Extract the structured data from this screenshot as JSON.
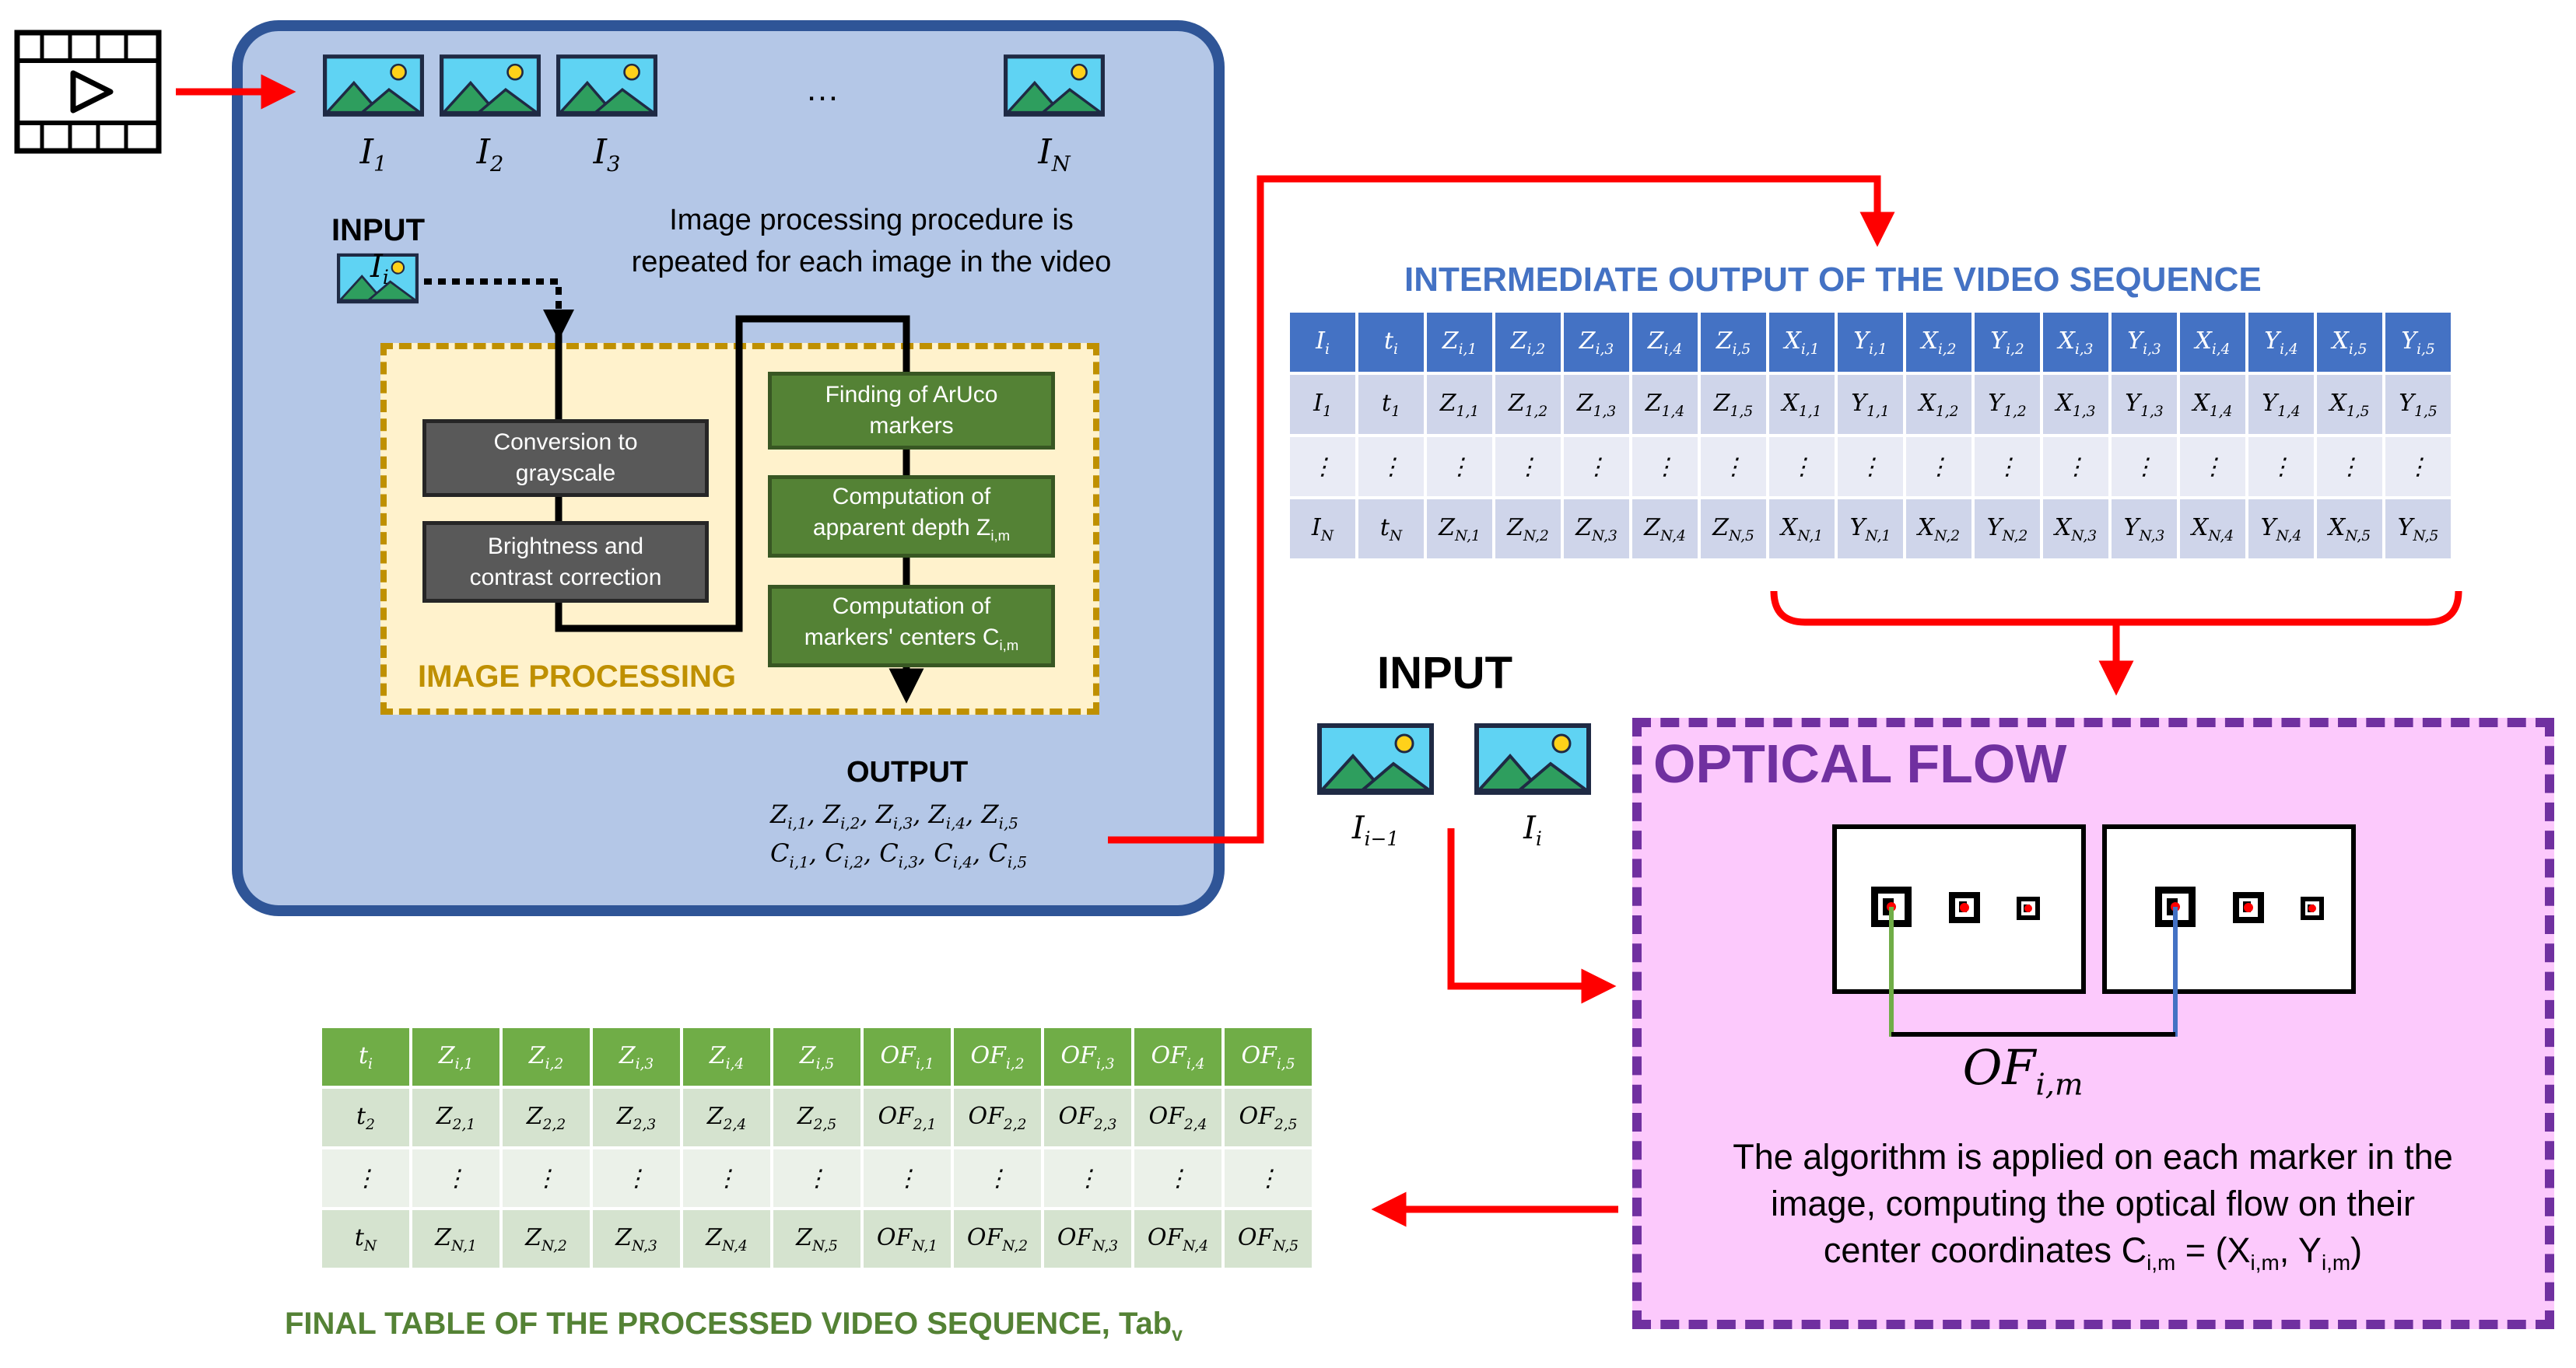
{
  "frames": {
    "labels": [
      "I_1",
      "I_2",
      "I_3",
      "I_N"
    ],
    "ellipsis": "…"
  },
  "input_label": "INPUT",
  "input_image_label": "I_i",
  "repeat_note": [
    "Image processing procedure is",
    "repeated for each image in the video"
  ],
  "image_processing": {
    "title": "IMAGE PROCESSING",
    "steps_left": [
      [
        "Conversion to",
        "grayscale"
      ],
      [
        "Brightness and",
        "contrast correction"
      ]
    ],
    "steps_right": [
      [
        "Finding of ArUco",
        "markers"
      ],
      [
        "Computation of",
        "apparent depth Z_{i,m}"
      ],
      [
        "Computation of",
        "markers' centers C_{i,m}"
      ]
    ]
  },
  "output": {
    "label": "OUTPUT",
    "line1": "Z_{i,1}, Z_{i,2}, Z_{i,3}, Z_{i,4}, Z_{i,5}",
    "line2": "C_{i,1}, C_{i,2}, C_{i,3}, C_{i,4}, C_{i,5}"
  },
  "intermediate_table": {
    "title": "INTERMEDIATE OUTPUT OF THE VIDEO SEQUENCE",
    "rows": [
      [
        "I_i",
        "t_i",
        "Z_{i,1}",
        "Z_{i,2}",
        "Z_{i,3}",
        "Z_{i,4}",
        "Z_{i,5}",
        "X_{i,1}",
        "Y_{i,1}",
        "X_{i,2}",
        "Y_{i,2}",
        "X_{i,3}",
        "Y_{i,3}",
        "X_{i,4}",
        "Y_{i,4}",
        "X_{i,5}",
        "Y_{i,5}"
      ],
      [
        "I_1",
        "t_1",
        "Z_{1,1}",
        "Z_{1,2}",
        "Z_{1,3}",
        "Z_{1,4}",
        "Z_{1,5}",
        "X_{1,1}",
        "Y_{1,1}",
        "X_{1,2}",
        "Y_{1,2}",
        "X_{1,3}",
        "Y_{1,3}",
        "X_{1,4}",
        "Y_{1,4}",
        "X_{1,5}",
        "Y_{1,5}"
      ],
      [
        "⋮",
        "⋮",
        "⋮",
        "⋮",
        "⋮",
        "⋮",
        "⋮",
        "⋮",
        "⋮",
        "⋮",
        "⋮",
        "⋮",
        "⋮",
        "⋮",
        "⋮",
        "⋮",
        "⋮"
      ],
      [
        "I_N",
        "t_N",
        "Z_{N,1}",
        "Z_{N,2}",
        "Z_{N,3}",
        "Z_{N,4}",
        "Z_{N,5}",
        "X_{N,1}",
        "Y_{N,1}",
        "X_{N,2}",
        "Y_{N,2}",
        "X_{N,3}",
        "Y_{N,3}",
        "X_{N,4}",
        "Y_{N,4}",
        "X_{N,5}",
        "Y_{N,5}"
      ]
    ]
  },
  "optical_flow": {
    "input_label": "INPUT",
    "prev_image_label": "I_{i−1}",
    "cur_image_label": "I_i",
    "title": "OPTICAL FLOW",
    "flow_label": "OF_{i,m}",
    "description": [
      "The algorithm is applied on each marker in the",
      "image, computing the optical flow on their",
      "center coordinates C_{i,m} = (X_{i,m}, Y_{i,m})"
    ]
  },
  "final_table": {
    "title": "FINAL TABLE OF THE PROCESSED VIDEO SEQUENCE, Tab_v",
    "rows": [
      [
        "t_i",
        "Z_{i,1}",
        "Z_{i,2}",
        "Z_{i,3}",
        "Z_{i,4}",
        "Z_{i,5}",
        "OF_{i,1}",
        "OF_{i,2}",
        "OF_{i,3}",
        "OF_{i,4}",
        "OF_{i,5}"
      ],
      [
        "t_2",
        "Z_{2,1}",
        "Z_{2,2}",
        "Z_{2,3}",
        "Z_{2,4}",
        "Z_{2,5}",
        "OF_{2,1}",
        "OF_{2,2}",
        "OF_{2,3}",
        "OF_{2,4}",
        "OF_{2,5}"
      ],
      [
        "⋮",
        "⋮",
        "⋮",
        "⋮",
        "⋮",
        "⋮",
        "⋮",
        "⋮",
        "⋮",
        "⋮",
        "⋮"
      ],
      [
        "t_N",
        "Z_{N,1}",
        "Z_{N,2}",
        "Z_{N,3}",
        "Z_{N,4}",
        "Z_{N,5}",
        "OF_{N,1}",
        "OF_{N,2}",
        "OF_{N,3}",
        "OF_{N,4}",
        "OF_{N,5}"
      ]
    ]
  },
  "colors": {
    "arrow": "#ff0000",
    "blue_box": "#b4c7e7",
    "blue_border": "#2f5597",
    "processing_fill": "#fff2cc",
    "processing_border": "#bf9000",
    "green_step": "#548235",
    "gray_step": "#595959",
    "optical_flow_fill": "#fcc9fc",
    "optical_flow_border": "#7030a0",
    "intermediate_header": "#4472c4",
    "final_header": "#70ad47"
  }
}
